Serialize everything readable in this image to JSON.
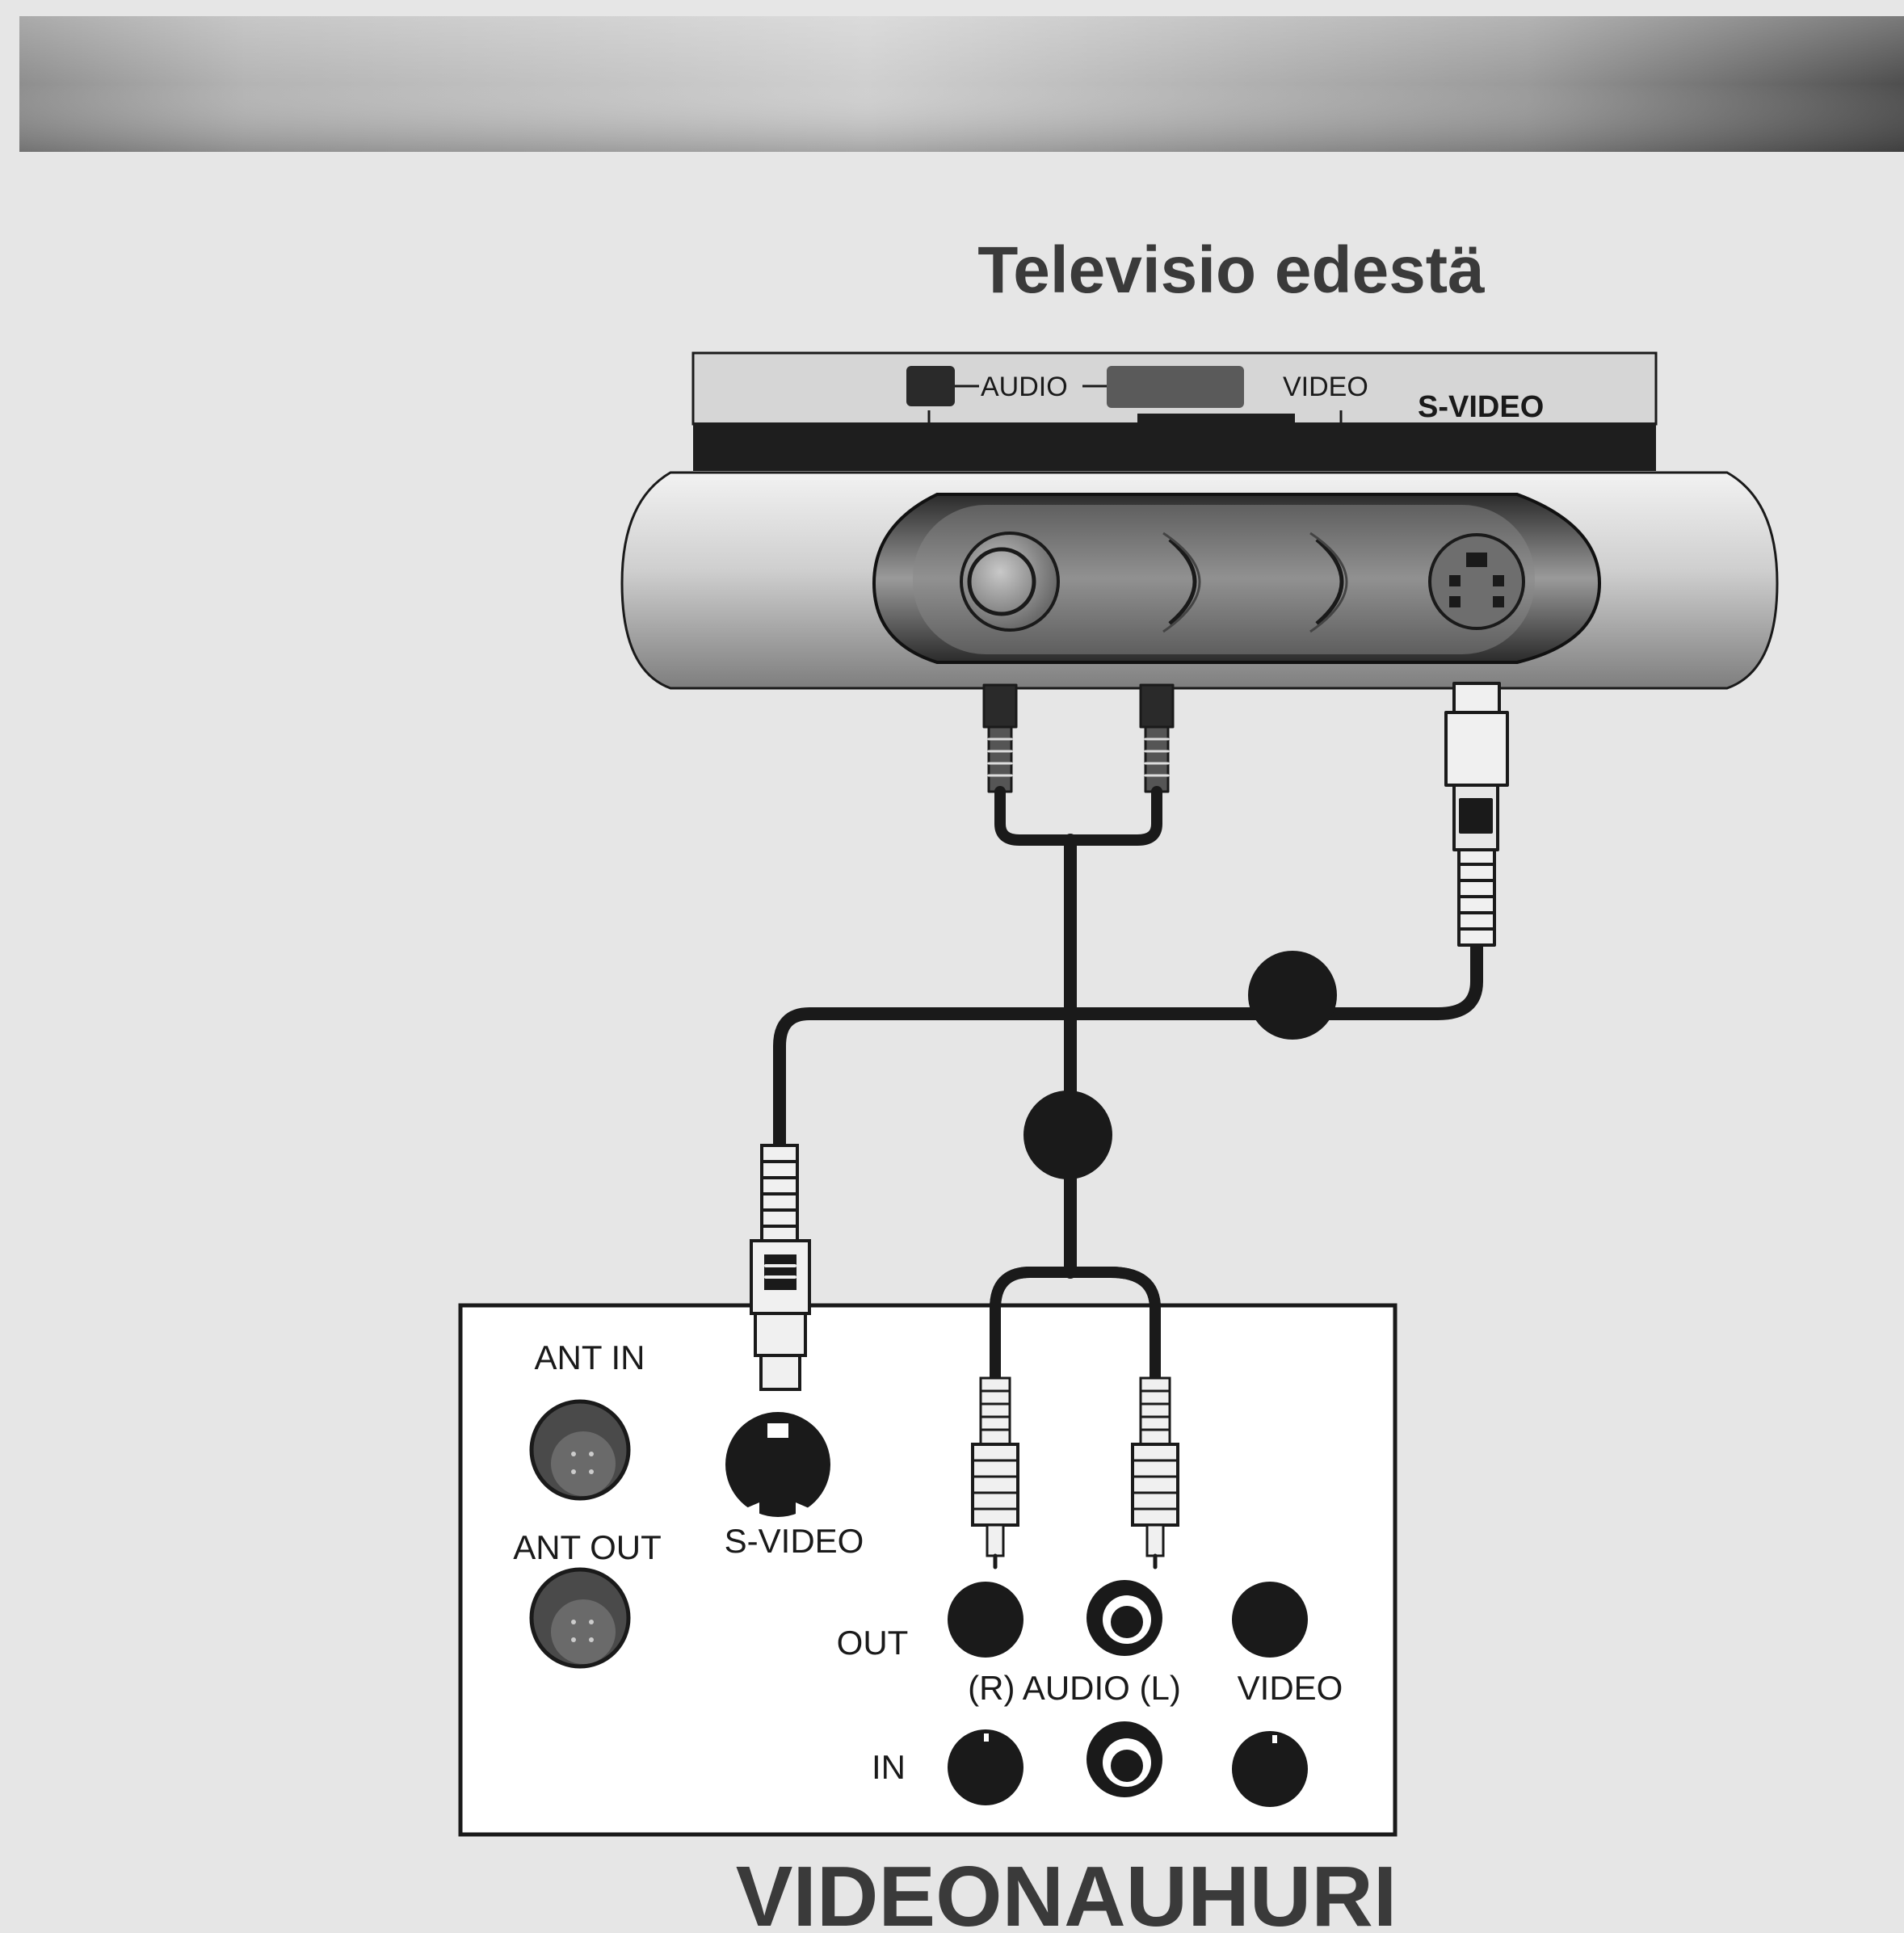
{
  "title": "Televisio edestä",
  "tv_panel": {
    "audio_label": "AUDIO",
    "video_label": "VIDEO",
    "svideo_label": "S-VIDEO"
  },
  "vcr": {
    "name": "VIDEONAUHURI",
    "ant_in": "ANT IN",
    "ant_out": "ANT OUT",
    "svideo": "S-VIDEO",
    "out": "OUT",
    "in": "IN",
    "audio_label": "(R) AUDIO (L)",
    "video_label": "VIDEO"
  },
  "colors": {
    "background": "#e6e6e6",
    "header_light": "#c8c8c8",
    "header_dark": "#5a5a5a",
    "cable": "#1a1a1a",
    "text": "#333333"
  }
}
